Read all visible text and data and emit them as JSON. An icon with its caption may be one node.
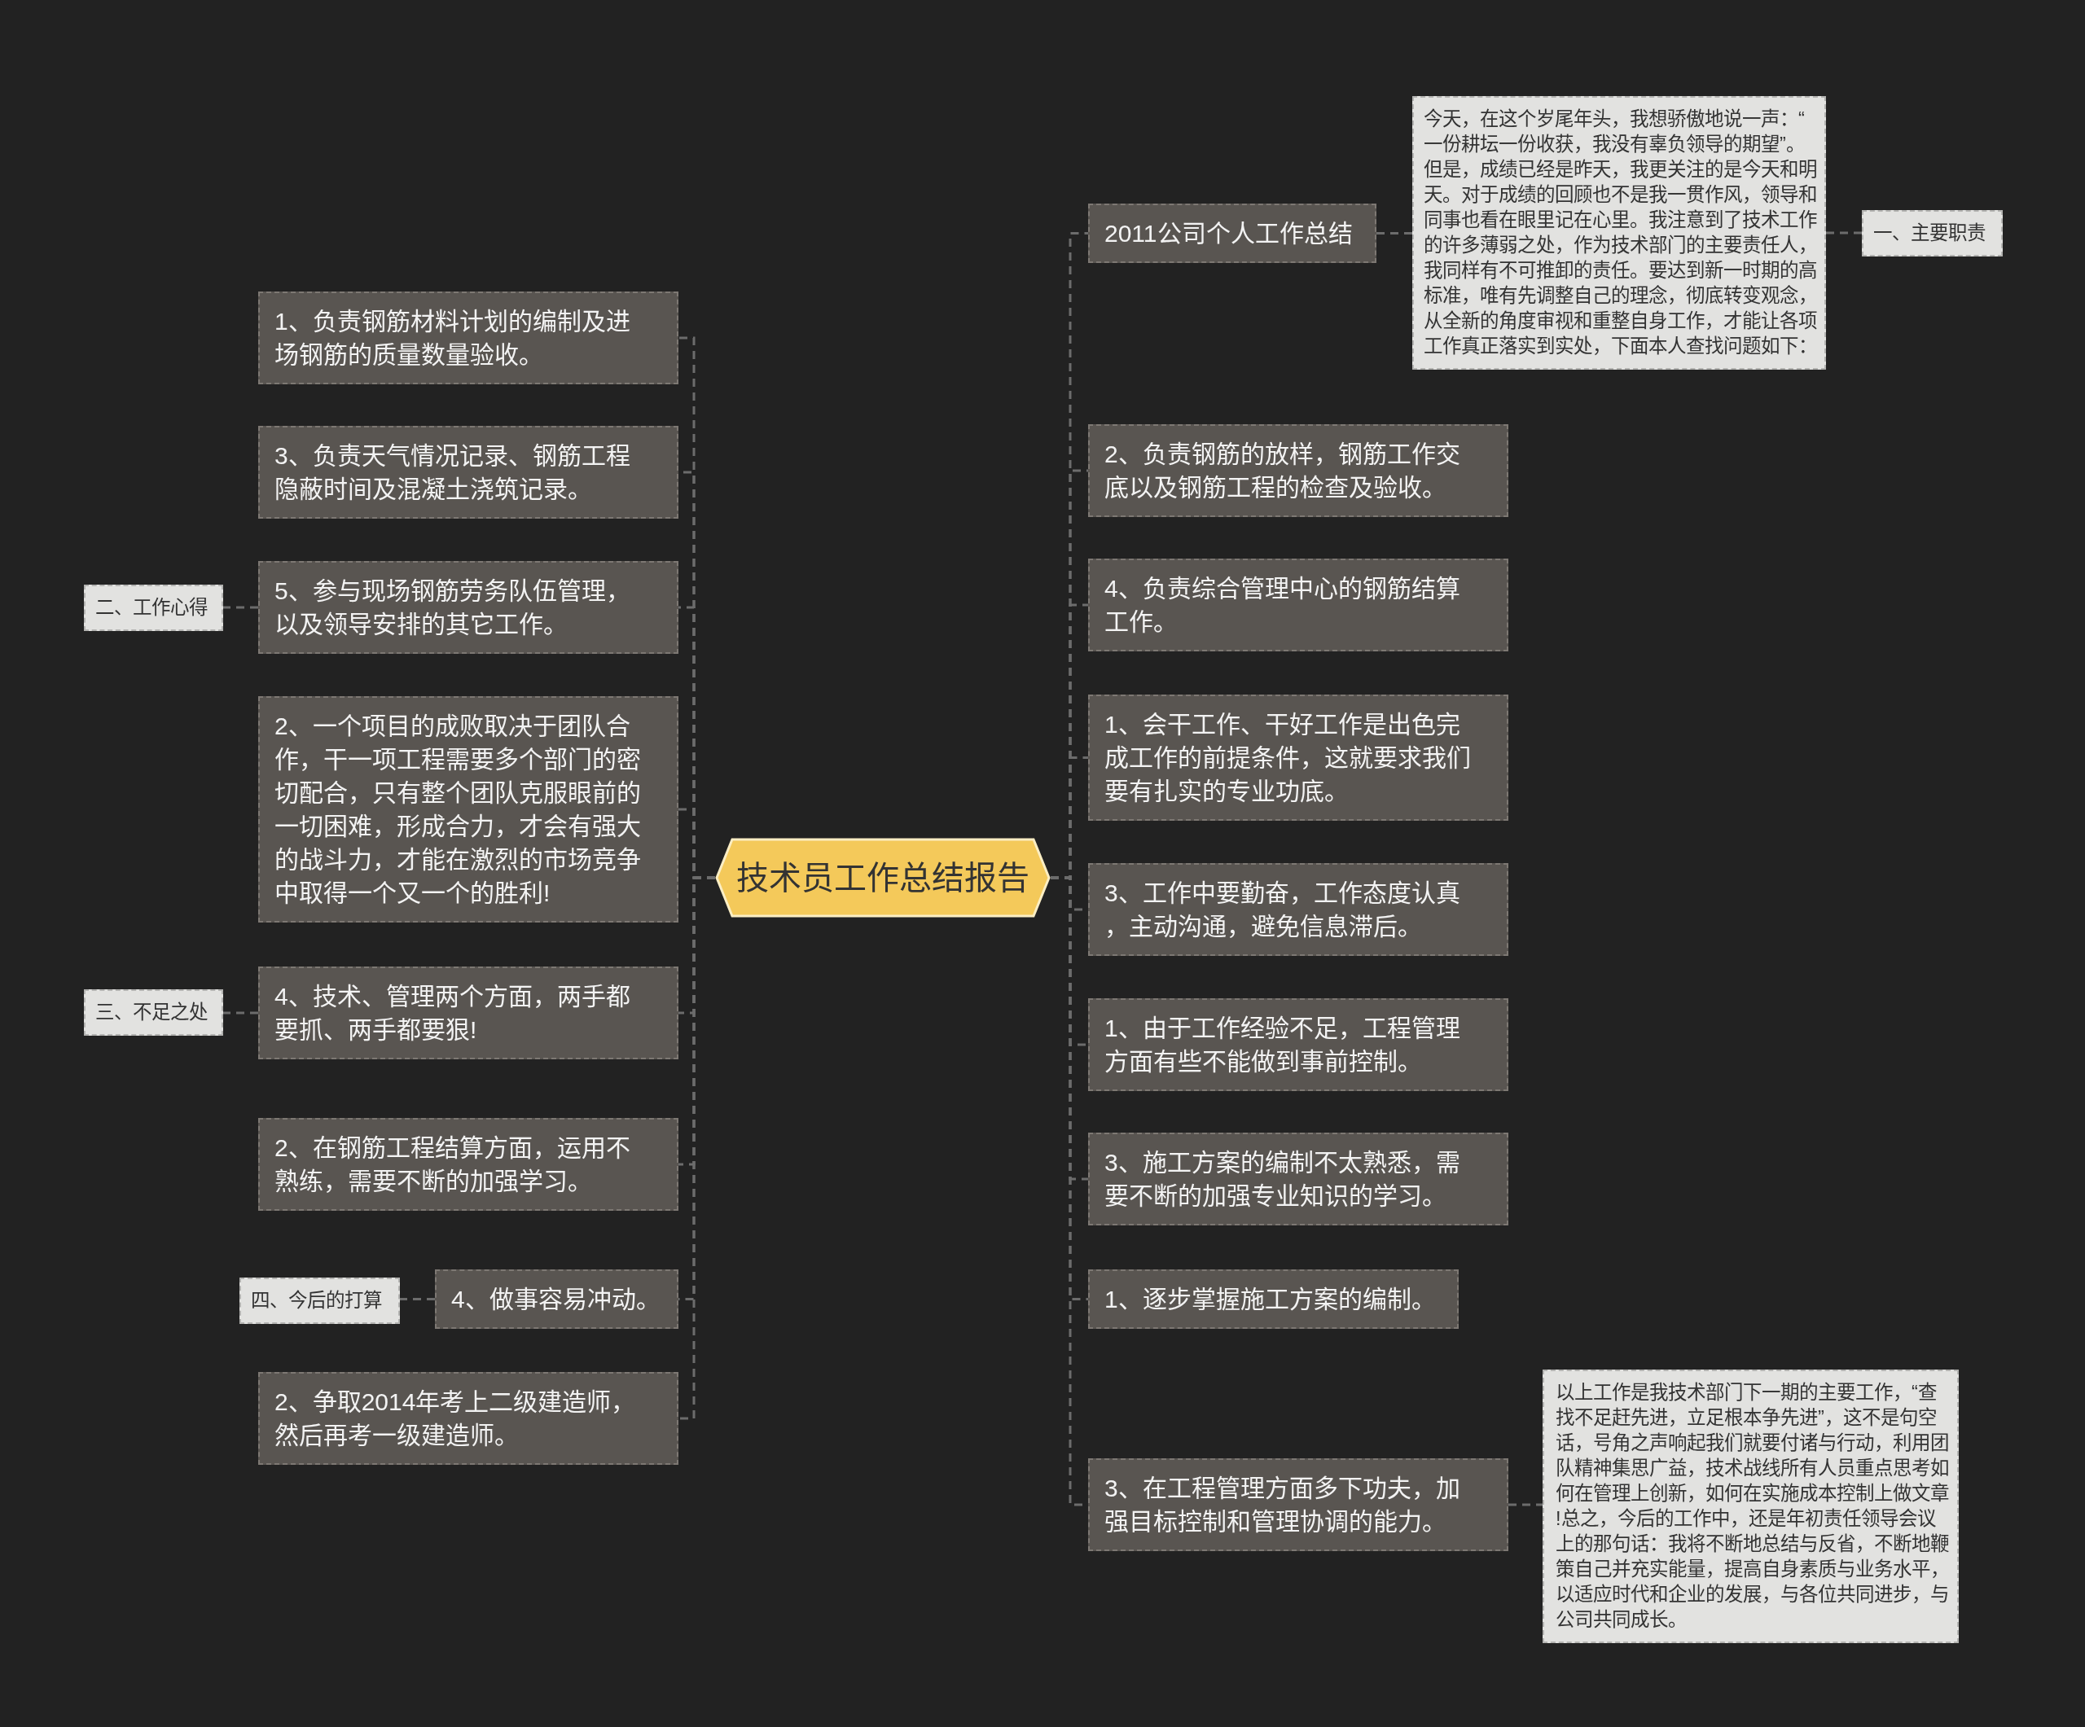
{
  "diagram": {
    "nodes": [
      {
        "text": [
          "技术员工作总结报告"
        ]
      },
      {
        "text": [
          "2011公司个人工作总结"
        ]
      },
      {
        "text": [
          "今天，在这个岁尾年头，我想骄傲地说一声：“一份耕坛一份收获，我没有辜负领导的期望”。但是，成绩已经是昨天，我更关注的是今天和明天。对于成绩的回顾也不是我一贯作风，领导和同事也看在眼里记在心里。我注意到了技术工作的许多薄弱之处，作为技术部门的主要责任人，我同样有不可推卸的责任。要达到新一时期的高标准，唯有先调整自己的理念，彻底转变观念，从全新的角度审视和重整自身工作，才能让各项工作真正落实到实处，下面本人查找问题如下："
        ]
      },
      {
        "text": [
          "一、主要职责"
        ]
      },
      {
        "text": [
          "2、负责钢筋的放样，钢筋工作交底以及钢筋工程的检查及验收。"
        ]
      },
      {
        "text": [
          "4、负责综合管理中心的钢筋结算工作。"
        ]
      },
      {
        "text": [
          "1、会干工作、干好工作是出色完成工作的前提条件，这就要求我们要有扎实的专业功底。"
        ]
      },
      {
        "text": [
          "3、工作中要勤奋，工作态度认真，主动沟通，避免信息滞后。"
        ]
      },
      {
        "text": [
          "1、由于工作经验不足，工程管理方面有些不能做到事前控制。"
        ]
      },
      {
        "text": [
          "3、施工方案的编制不太熟悉，需要不断的加强专业知识的学习。"
        ]
      },
      {
        "text": [
          "1、逐步掌握施工方案的编制。"
        ]
      },
      {
        "text": [
          "3、在工程管理方面多下功夫，加强目标控制和管理协调的能力。"
        ]
      },
      {
        "text": [
          "以上工作是我技术部门下一期的主要工作，“查找不足赶先进，立足根本争先进”，这不是句空话，号角之声响起我们就要付诸与行动，利用团队精神集思广益，技术战线所有人员重点思考如何在管理上创新，如何在实施成本控制上做文章!总之，今后的工作中，还是年初责任领导会议上的那句话：我将不断地总结与反省，不断地鞭策自己并充实能量，提高自身素质与业务水平，以适应时代和企业的发展，与各位共同进步，与公司共同成长。"
        ]
      },
      {
        "text": [
          "1、负责钢筋材料计划的编制及进场钢筋的质量数量验收。"
        ]
      },
      {
        "text": [
          "3、负责天气情况记录、钢筋工程隐蔽时间及混凝土浇筑记录。"
        ]
      },
      {
        "text": [
          "5、参与现场钢筋劳务队伍管理，以及领导安排的其它工作。"
        ]
      },
      {
        "text": [
          "二、工作心得"
        ]
      },
      {
        "text": [
          "2、一个项目的成败取决于团队合作，干一项工程需要多个部门的密切配合，只有整个团队克服眼前的一切困难，形成合力，才会有强大的战斗力，才能在激烈的市场竞争中取得一个又一个的胜利!"
        ]
      },
      {
        "text": [
          "4、技术、管理两个方面，两手都要抓、两手都要狠!"
        ]
      },
      {
        "text": [
          "三、不足之处"
        ]
      },
      {
        "text": [
          "2、在钢筋工程结算方面，运用不熟练，需要不断的加强学习。"
        ]
      },
      {
        "text": [
          "4、做事容易冲动。"
        ]
      },
      {
        "text": [
          "四、今后的打算"
        ]
      },
      {
        "text": [
          "2、争取2014年考上二级建造师，然后再考一级建造师。"
        ]
      }
    ],
    "edges": [
      {
        "from": 0,
        "to": 1,
        "arrow": "none",
        "style": "dashed"
      },
      {
        "from": 1,
        "to": 2,
        "arrow": "none",
        "style": "dashed"
      },
      {
        "from": 2,
        "to": 3,
        "arrow": "none",
        "style": "dashed"
      },
      {
        "from": 0,
        "to": 4,
        "arrow": "none",
        "style": "dashed"
      },
      {
        "from": 0,
        "to": 5,
        "arrow": "none",
        "style": "dashed"
      },
      {
        "from": 0,
        "to": 6,
        "arrow": "none",
        "style": "dashed"
      },
      {
        "from": 0,
        "to": 7,
        "arrow": "none",
        "style": "dashed"
      },
      {
        "from": 0,
        "to": 8,
        "arrow": "none",
        "style": "dashed"
      },
      {
        "from": 0,
        "to": 9,
        "arrow": "none",
        "style": "dashed"
      },
      {
        "from": 0,
        "to": 10,
        "arrow": "none",
        "style": "dashed"
      },
      {
        "from": 0,
        "to": 11,
        "arrow": "none",
        "style": "dashed"
      },
      {
        "from": 11,
        "to": 12,
        "arrow": "none",
        "style": "dashed"
      },
      {
        "from": 0,
        "to": 13,
        "arrow": "none",
        "style": "dashed"
      },
      {
        "from": 0,
        "to": 14,
        "arrow": "none",
        "style": "dashed"
      },
      {
        "from": 0,
        "to": 15,
        "arrow": "none",
        "style": "dashed"
      },
      {
        "from": 15,
        "to": 16,
        "arrow": "none",
        "style": "dashed"
      },
      {
        "from": 0,
        "to": 17,
        "arrow": "none",
        "style": "dashed"
      },
      {
        "from": 0,
        "to": 18,
        "arrow": "none",
        "style": "dashed"
      },
      {
        "from": 18,
        "to": 19,
        "arrow": "none",
        "style": "dashed"
      },
      {
        "from": 0,
        "to": 20,
        "arrow": "none",
        "style": "dashed"
      },
      {
        "from": 0,
        "to": 21,
        "arrow": "none",
        "style": "dashed"
      },
      {
        "from": 21,
        "to": 22,
        "arrow": "none",
        "style": "dashed"
      },
      {
        "from": 0,
        "to": 23,
        "arrow": "none",
        "style": "dashed"
      }
    ]
  }
}
